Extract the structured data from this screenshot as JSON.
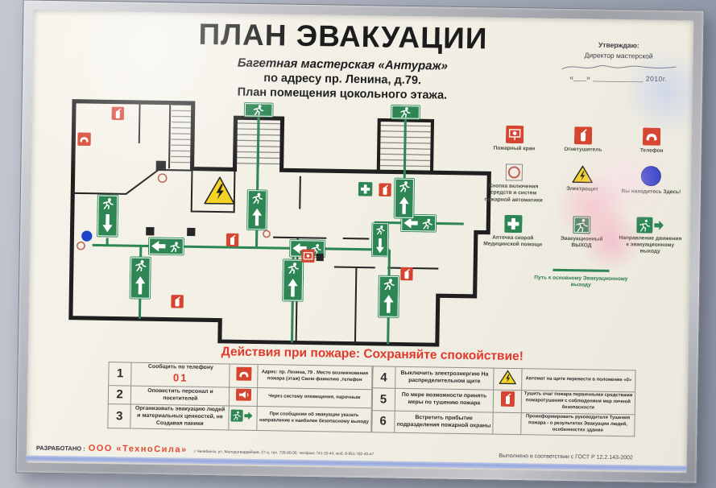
{
  "poster": {
    "title": "ПЛАН ЭВАКУАЦИИ",
    "subtitle1": "Багетная мастерская «Антураж»",
    "subtitle2": "по адресу пр. Ленина, д.79.",
    "subtitle3": "План помещения цокольного этажа.",
    "approval": {
      "line1": "Утверждаю:",
      "line2": "Директор мастерской",
      "date_line": "«___» ____________ 2010г."
    },
    "legend": {
      "items": [
        {
          "icon": "fire-hydrant-icon",
          "label": "Пожарный кран"
        },
        {
          "icon": "fire-extinguisher-icon",
          "label": "Огнетушитель"
        },
        {
          "icon": "telephone-icon",
          "label": "Телефон"
        },
        {
          "icon": "alarm-button-icon",
          "label": "Кнопка включения средств и систем пожарной автоматики"
        },
        {
          "icon": "electrical-panel-icon",
          "label": "Электрощит"
        },
        {
          "icon": "you-are-here-icon",
          "label": "Вы находитесь Здесь!"
        },
        {
          "icon": "first-aid-icon",
          "label": "Аптечка скорой Медицинской помощи"
        },
        {
          "icon": "emergency-exit-icon",
          "label": "Эвакуационный ВЫХОД"
        },
        {
          "icon": "exit-direction-icon",
          "label": "Направление движения к эвакуационному выходу"
        }
      ],
      "path_label": "Путь к основному Эвакуационному выходу"
    },
    "actions": {
      "heading": "Действия при пожаре: Сохраняйте спокойствие!",
      "rows": [
        {
          "num": "1",
          "action": "Сообщить по телефону",
          "action_highlight": "01",
          "icon": "phone",
          "detail": "Адрес: пр. Ленина, 79 . Место возникновения пожара (этаж) Свою фамилию ,телефон"
        },
        {
          "num": "2",
          "action": "Оповестить персонал и посетителей",
          "icon": "announcement",
          "detail": "Через систему оповещения, нарочным"
        },
        {
          "num": "3",
          "action": "Организовать эвакуацию людей и материальных ценностей, не Создавая паники",
          "icon": "exit-direction",
          "detail": "При сообщении об эвакуации указать направление к наиболее безопасному выходу"
        },
        {
          "num": "4",
          "action": "Выключить электроэнергию На распределительном щите",
          "icon": "electrical-warning",
          "detail": "Автомат на щите перевести в положение «0»"
        },
        {
          "num": "5",
          "action": "По мере возможности принять меры по тушению пожара",
          "icon": "fire-extinguisher",
          "detail": "Тушить очаг пожара первичными средствами пожаротушения с соблюдением мер личной безопасности"
        },
        {
          "num": "6",
          "action": "Встретить прибытие подразделения пожарной охраны",
          "icon": "none",
          "detail": "Проинформировать руководителя Тушения пожара - о результатах Эвакуации людей, особенностях здания"
        }
      ]
    },
    "footer": {
      "developed_label": "РАЗРАБОТАНО :",
      "developed_company": "ООО «ТехноСила»",
      "developed_details": "г. Челябинск, ул. Молодогвардейцев, 37-а, тел. 729-90-00, тел/факс 741-33-44, моб. 8-951-782-40-47",
      "gost": "Выполнено в соответствии с ГОСТ Р 12.2.143-2002"
    },
    "colors": {
      "poster_bg": "#f2efe5",
      "wall_bg": "#a6acba",
      "sign_green": "#2d8653",
      "alarm_red": "#d6452f",
      "warning_yellow": "#f4d327",
      "you_are_here_blue": "#1f41c8",
      "heading_red": "#e0392b",
      "footer_stripe_blue": "#8ea0dc"
    }
  }
}
